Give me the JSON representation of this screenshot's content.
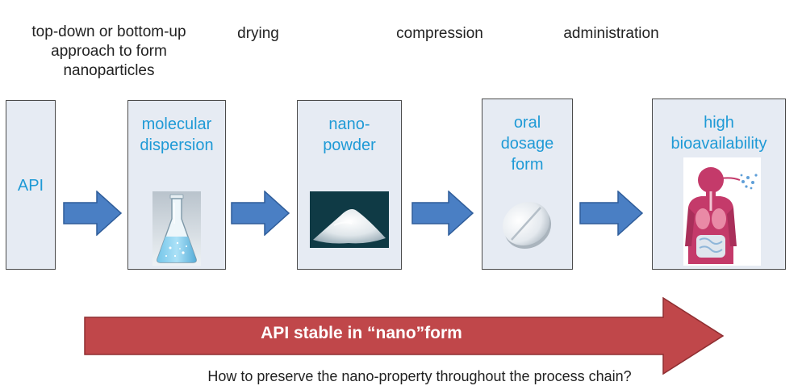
{
  "steps": [
    {
      "label_lines": [
        "top-down or bottom-up",
        "approach to form",
        "nanoparticles"
      ]
    },
    {
      "label_lines": [
        "drying"
      ]
    },
    {
      "label_lines": [
        "compression"
      ]
    },
    {
      "label_lines": [
        "administration"
      ]
    }
  ],
  "boxes": [
    {
      "title_lines": [
        "API"
      ]
    },
    {
      "title_lines": [
        "molecular",
        "dispersion"
      ],
      "image": "flask-icon"
    },
    {
      "title_lines": [
        "nano-",
        "powder"
      ],
      "image": "powder-pile-icon"
    },
    {
      "title_lines": [
        "oral",
        "dosage",
        "form"
      ],
      "image": "tablet-icon"
    },
    {
      "title_lines": [
        "high",
        "bioavailability"
      ],
      "image": "human-body-icon"
    }
  ],
  "banner": {
    "text": "API stable in “nano”form"
  },
  "question": "How to preserve the nano-property throughout the process chain?",
  "colors": {
    "box_fill": "#e6ebf3",
    "box_title": "#1f9ad6",
    "step_arrow": "#4a7fc4",
    "banner_fill": "#c0474a",
    "banner_text": "#ffffff"
  }
}
